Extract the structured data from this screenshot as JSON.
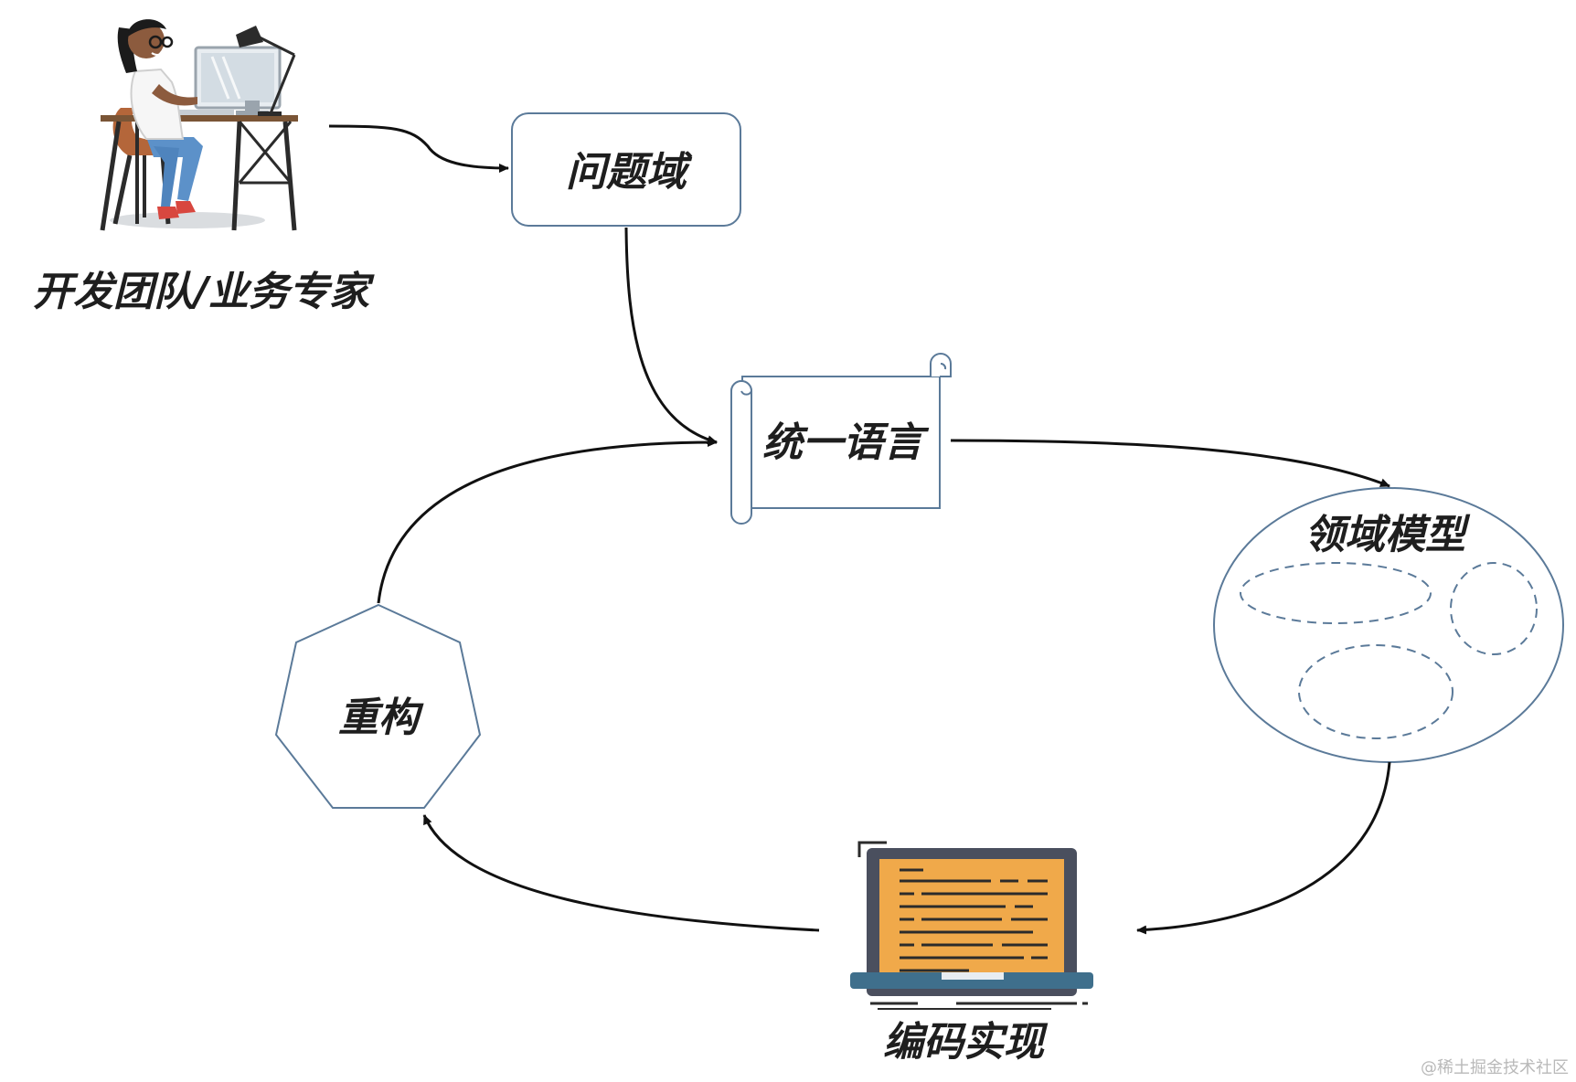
{
  "nodes": {
    "team": {
      "label": "开发团队/业务专家",
      "icon": "person-at-desk-icon"
    },
    "problem_domain": {
      "label": "问题域"
    },
    "ubiquitous_language": {
      "label": "统一语言",
      "icon": "scroll-icon"
    },
    "domain_model": {
      "label": "领域模型"
    },
    "implementation": {
      "label": "编码实现",
      "icon": "laptop-code-icon"
    },
    "refactor": {
      "label": "重构",
      "icon": "heptagon"
    }
  },
  "watermark": "@稀土掘金技术社区",
  "colors": {
    "shape_stroke": "#5b7a99",
    "arrow": "#111111",
    "screen_fill": "#f0a94a",
    "laptop_frame": "#4a4f5e",
    "laptop_base": "#3f6f8c"
  }
}
